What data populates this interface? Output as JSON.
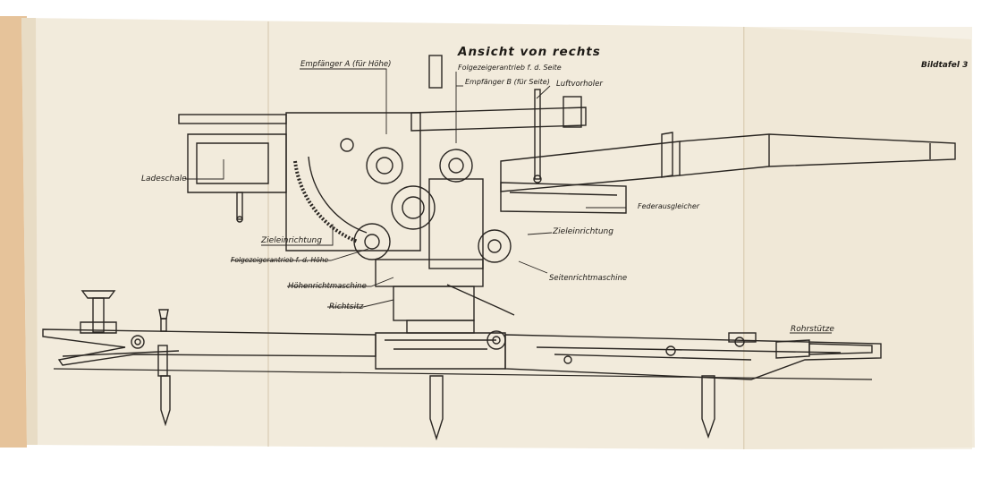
{
  "plate": {
    "title": "Ansicht von rechts",
    "plate_number": "Bildtafel 3"
  },
  "labels": {
    "empfaenger_a": "Empfänger A (für Höhe)",
    "folgezeiger_seite": "Folgezeigerantrieb f. d. Seite",
    "empfaenger_b": "Empfänger B (für Seite)",
    "luftvorholer": "Luftvorholer",
    "ladeschale": "Ladeschale",
    "federausgleicher": "Federausgleicher",
    "zieleinrichtung_left": "Zieleinrichtung",
    "zieleinrichtung_right": "Zieleinrichtung",
    "folgezeiger_hoehe": "Folgezeigerantrieb f. d. Höhe",
    "seitenrichtmaschine": "Seitenrichtmaschine",
    "hoehenrichtmaschine": "Höhenrichtmaschine",
    "richtsitz": "Richtsitz",
    "rohrstuetze": "Rohrstütze"
  },
  "colors": {
    "paper": "#f1eadb",
    "paper_edge": "#e6d9bf",
    "cover": "#e9c9a0",
    "ink": "#2a2622"
  }
}
